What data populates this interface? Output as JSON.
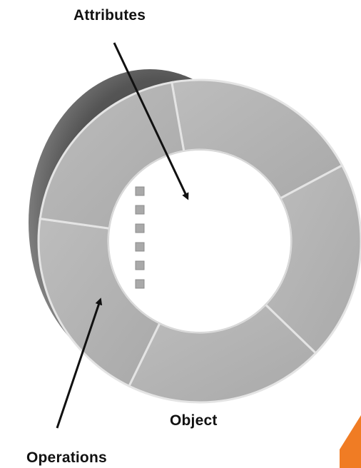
{
  "labels": {
    "attributes": "Attributes",
    "object": "Object",
    "operations": "Operations"
  },
  "colors": {
    "ring_segment": "#b3b3b3",
    "ring_divider": "#e4e4e4",
    "inner_core": "#ffffff",
    "shadow_disk": "#4f4f4f",
    "attribute_square": "#a9a9a9",
    "arrow": "#111111",
    "corner_accent": "#f07c24"
  },
  "diagram": {
    "ring_segments": 5,
    "attribute_markers": 6
  }
}
